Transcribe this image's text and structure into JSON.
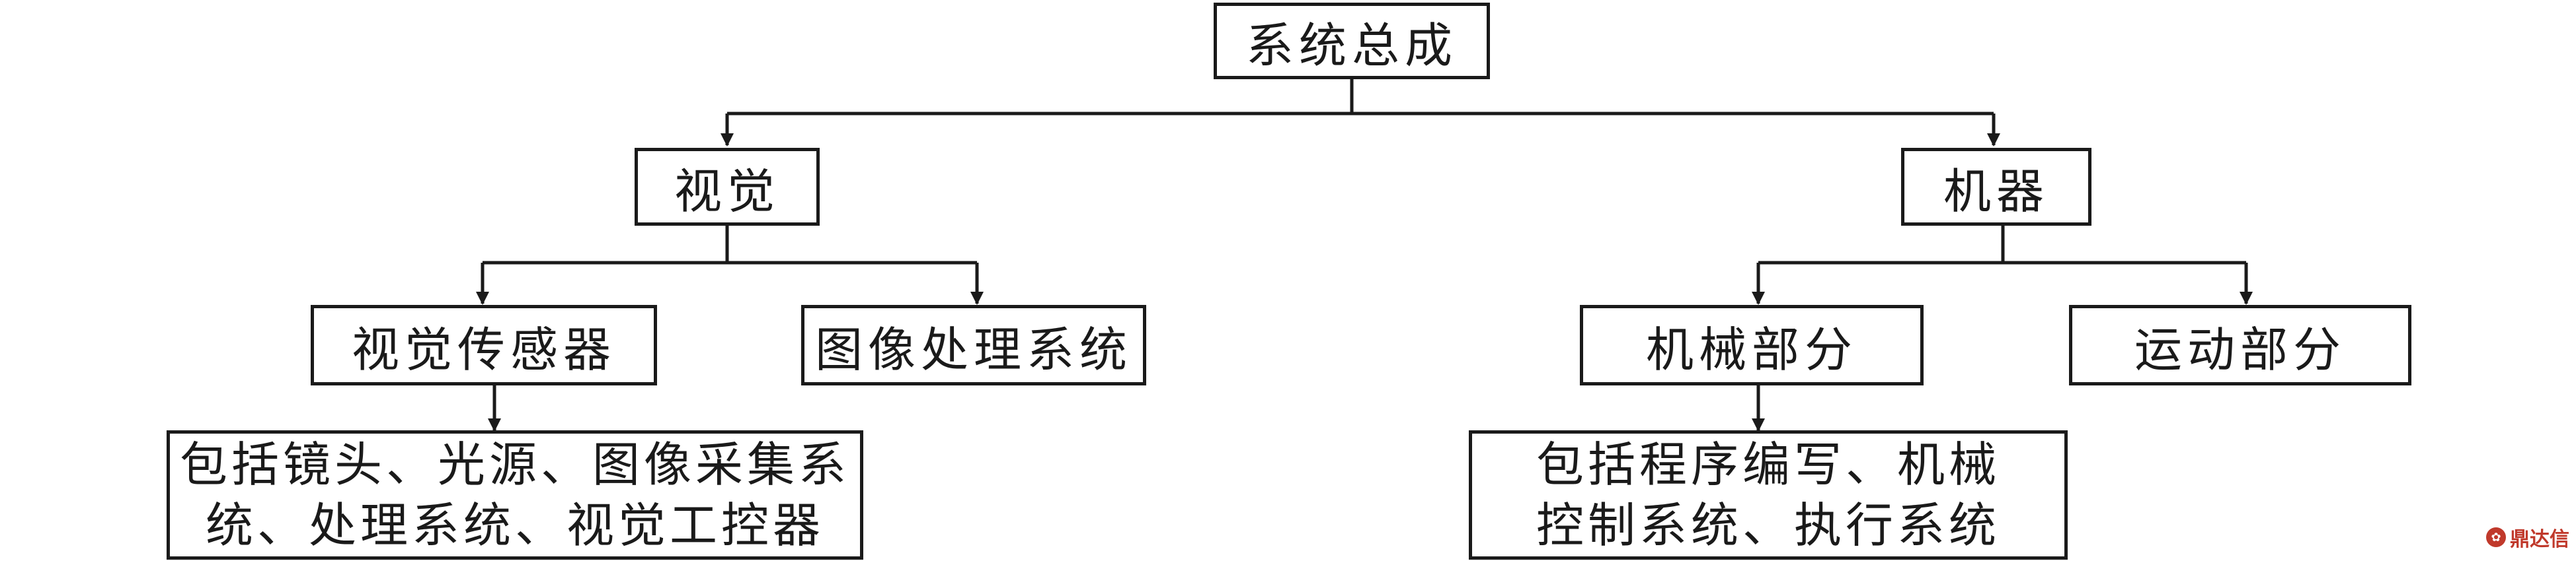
{
  "root": {
    "label": "系统总成"
  },
  "vision": {
    "label": "视觉",
    "sensor": {
      "label": "视觉传感器"
    },
    "image_processing": {
      "label": "图像处理系统"
    },
    "sensor_detail": {
      "line1": "包括镜头、光源、图像采集系",
      "line2": "统、处理系统、视觉工控器"
    }
  },
  "machine": {
    "label": "机器",
    "mechanical": {
      "label": "机械部分"
    },
    "motion": {
      "label": "运动部分"
    },
    "mechanical_detail": {
      "line1": "包括程序编写、机械",
      "line2": "控制系统、执行系统"
    }
  },
  "watermark": {
    "icon": "wanfang-logo-icon",
    "text": "鼎达信"
  }
}
